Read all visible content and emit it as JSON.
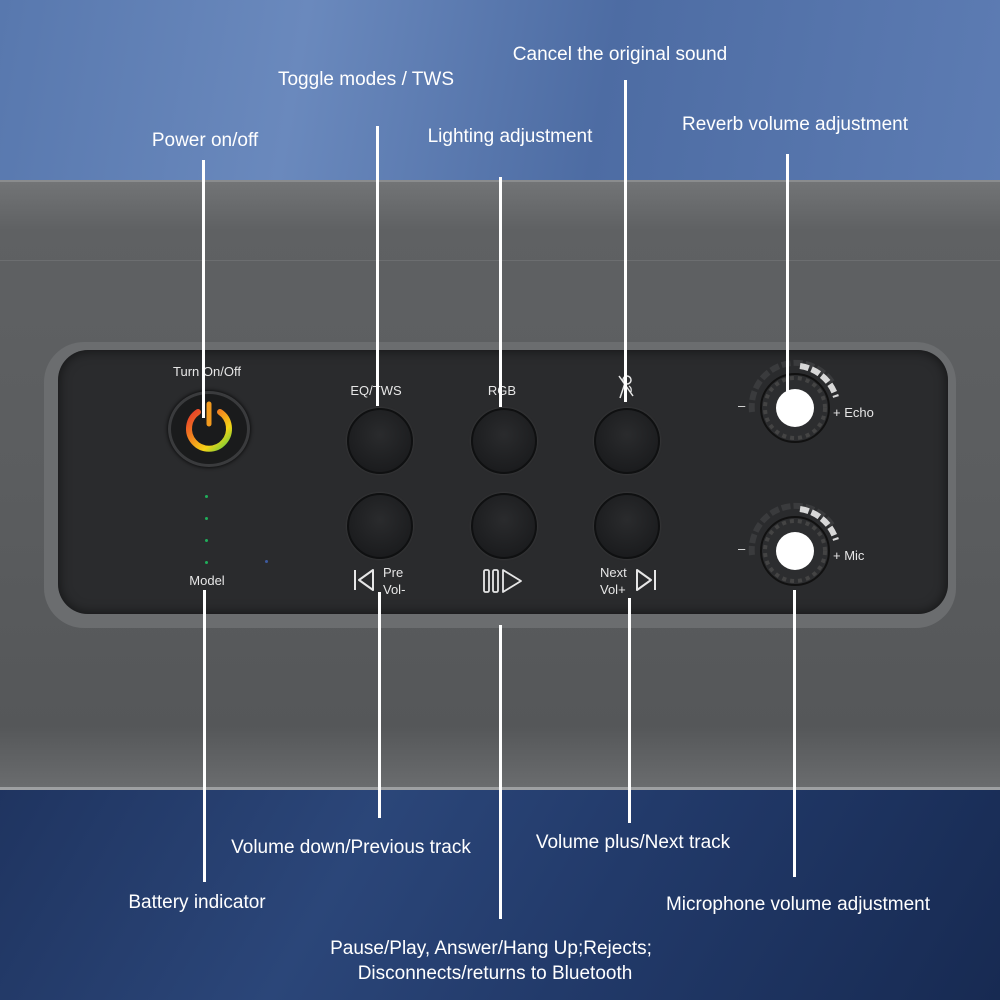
{
  "callouts": {
    "power": "Power on/off",
    "toggle_modes": "Toggle modes / TWS",
    "lighting": "Lighting adjustment",
    "cancel_sound": "Cancel the original sound",
    "reverb": "Reverb volume adjustment",
    "volume_down": "Volume down/Previous track",
    "volume_plus": "Volume plus/Next track",
    "battery": "Battery indicator",
    "microphone": "Microphone volume adjustment",
    "pause_play_line1": "Pause/Play, Answer/Hang Up;Rejects;",
    "pause_play_line2": "Disconnects/returns to Bluetooth"
  },
  "panel": {
    "turn_on_off": "Turn On/Off",
    "eq_tws": "EQ/TWS",
    "rgb": "RGB",
    "model": "Model",
    "pre": "Pre",
    "vol_minus": "Vol-",
    "next": "Next",
    "vol_plus": "Vol+",
    "echo_minus": "–",
    "echo_plus": "+ Echo",
    "mic_minus": "–",
    "mic_plus": "+ Mic"
  },
  "icons": {
    "power": "power-icon",
    "vocal_cancel": "vocal-cancel-icon",
    "previous": "skip-previous-icon",
    "play_pause": "play-pause-icon",
    "next": "skip-next-icon"
  },
  "colors": {
    "power_ring_gradient": [
      "#e83a2a",
      "#f28a1e",
      "#f5d316",
      "#5fcf3f"
    ],
    "battery_led": "#1fae5a"
  }
}
